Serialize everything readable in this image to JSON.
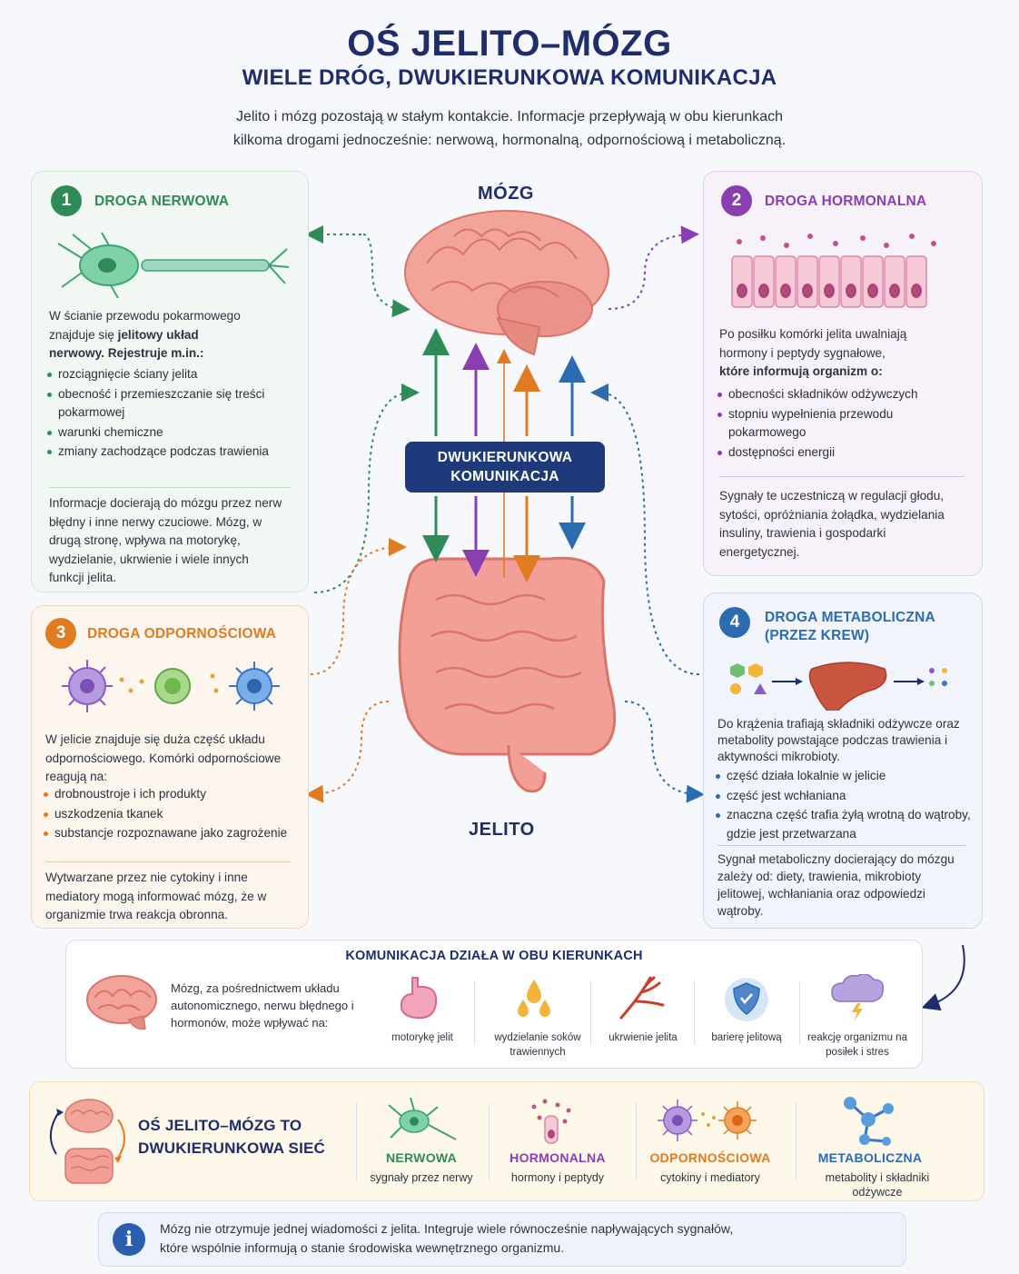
{
  "header": {
    "title": "OŚ JELITO–MÓZG",
    "subtitle": "WIELE DRÓG, DWUKIERUNKOWA KOMUNIKACJA",
    "intro_line1": "Jelito i mózg pozostają w stałym kontakcie. Informacje przepływają w obu kierunkach",
    "intro_line2": "kilkoma drogami jednocześnie: nerwową, hormonalną, odpornościową i metaboliczną."
  },
  "center": {
    "brain_label": "MÓZG",
    "gut_label": "JELITO",
    "comm_line1": "DWUKIERUNKOWA",
    "comm_line2": "KOMUNIKACJA"
  },
  "nerve": {
    "number": "1",
    "title": "DROGA NERWOWA",
    "intro_1": "W ścianie przewodu pokarmowego",
    "intro_2a": "znajduje się ",
    "intro_2b": "jelitowy układ",
    "intro_3": "nerwowy. Rejestruje m.in.:",
    "items": [
      "rozciągnięcie ściany jelita",
      "obecność i przemieszczanie się treści pokarmowej",
      "warunki chemiczne",
      "zmiany zachodzące podczas trawienia"
    ],
    "outro": "Informacje docierają do mózgu przez nerw błędny i inne nerwy czuciowe. Mózg, w drugą stronę, wpływa na motorykę, wydzielanie, ukrwienie i wiele innych funkcji jelita.",
    "color": "#2e8b57"
  },
  "hormone": {
    "number": "2",
    "title": "DROGA HORMONALNA",
    "intro_1": "Po posiłku komórki jelita uwalniają",
    "intro_2": "hormony i peptydy sygnałowe,",
    "intro_3": "które informują organizm o:",
    "items": [
      "obecności składników odżywczych",
      "stopniu wypełnienia przewodu pokarmowego",
      "dostępności energii"
    ],
    "outro": "Sygnały te uczestniczą w regulacji głodu, sytości, opróżniania żołądka, wydzielania insuliny, trawienia i gospodarki energetycznej.",
    "color": "#8a3fb0"
  },
  "immune": {
    "number": "3",
    "title": "DROGA ODPORNOŚCIOWA",
    "intro": "W jelicie znajduje się duża część układu odpornościowego. Komórki odpornościowe reagują na:",
    "items": [
      "drobnoustroje i ich produkty",
      "uszkodzenia tkanek",
      "substancje rozpoznawane jako zagrożenie"
    ],
    "outro": "Wytwarzane przez nie cytokiny i inne mediatory mogą informować mózg, że w organizmie trwa reakcja obronna.",
    "color": "#e07b22"
  },
  "metabolic": {
    "number": "4",
    "title_1": "DROGA METABOLICZNA",
    "title_2": "(PRZEZ KREW)",
    "intro": "Do krążenia trafiają składniki odżywcze oraz metabolity powstające podczas trawienia i aktywności mikrobioty.",
    "items": [
      "część działa lokalnie w jelicie",
      "część jest wchłaniana",
      "znaczna część trafia żyłą wrotną do wątroby, gdzie jest przetwarzana"
    ],
    "outro": "Sygnał metaboliczny docierający do mózgu zależy od: diety, trawienia, mikrobioty jelitowej, wchłaniania oraz odpowiedzi wątroby.",
    "color": "#2b6cb0"
  },
  "both_ways": {
    "title": "KOMUNIKACJA DZIAŁA W OBU KIERUNKACH",
    "text": "Mózg, za pośrednictwem układu autonomicznego, nerwu błędnego i hormonów, może wpływać na:",
    "effects": [
      {
        "label": "motorykę jelit",
        "icon": "stomach-icon"
      },
      {
        "label": "wydzielanie soków trawiennych",
        "icon": "drops-icon"
      },
      {
        "label": "ukrwienie jelita",
        "icon": "blood-vessel-icon"
      },
      {
        "label": "barierę jelitową",
        "icon": "shield-icon"
      },
      {
        "label": "reakcję organizmu na posiłek i stres",
        "icon": "storm-cloud-icon"
      }
    ]
  },
  "network": {
    "title_1": "OŚ JELITO–MÓZG TO",
    "title_2": "DWUKIERUNKOWA SIEĆ",
    "items": [
      {
        "name": "NERWOWA",
        "sub": "sygnały przez nerwy",
        "color": "#2e8b57"
      },
      {
        "name": "HORMONALNA",
        "sub": "hormony i peptydy",
        "color": "#8a3fb0"
      },
      {
        "name": "ODPORNOŚCIOWA",
        "sub": "cytokiny i mediatory",
        "color": "#e07b22"
      },
      {
        "name": "METABOLICZNA",
        "sub": "metabolity i składniki odżywcze",
        "color": "#2b6cb0"
      }
    ]
  },
  "info": {
    "icon": "info-icon",
    "line1": "Mózg nie otrzymuje jednej wiadomości z jelita. Integruje wiele równocześnie napływających sygnałów,",
    "line2": "które wspólnie informują o stanie środowiska wewnętrznego organizmu."
  }
}
